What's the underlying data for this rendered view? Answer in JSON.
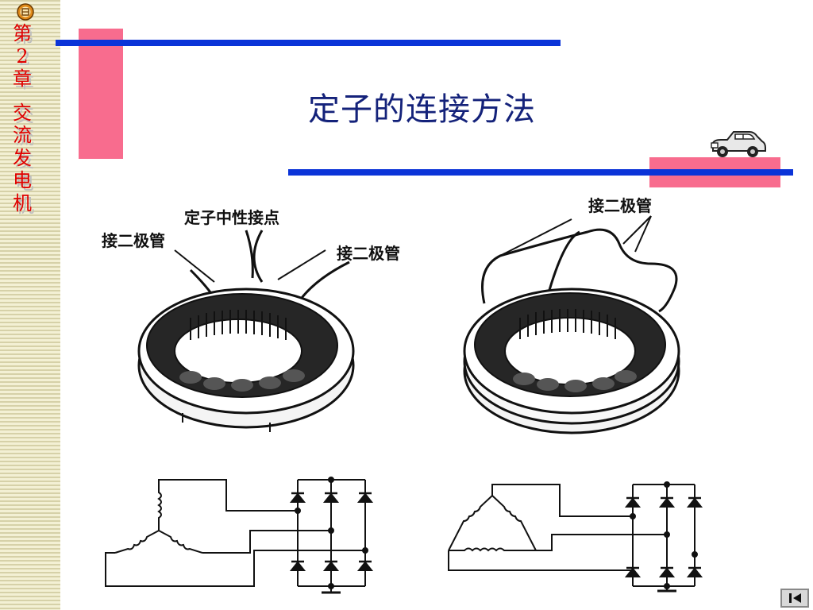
{
  "sidebar": {
    "chapter_chars": [
      "第",
      "2",
      "章",
      " ",
      "交",
      "流",
      "发",
      "电",
      "机"
    ]
  },
  "slide": {
    "title": "定子的连接方法"
  },
  "labels": {
    "neutral_point": "定子中性接点",
    "diode_left_a": "接二极管",
    "diode_left_b": "接二极管",
    "diode_right": "接二极管"
  },
  "icons": [
    "home-icon",
    "car-icon",
    "last-slide-icon"
  ],
  "colors": {
    "accent_pink": "#f86c8e",
    "accent_blue": "#0b34d8",
    "title": "#14227a",
    "chapter_text": "#e00000"
  }
}
